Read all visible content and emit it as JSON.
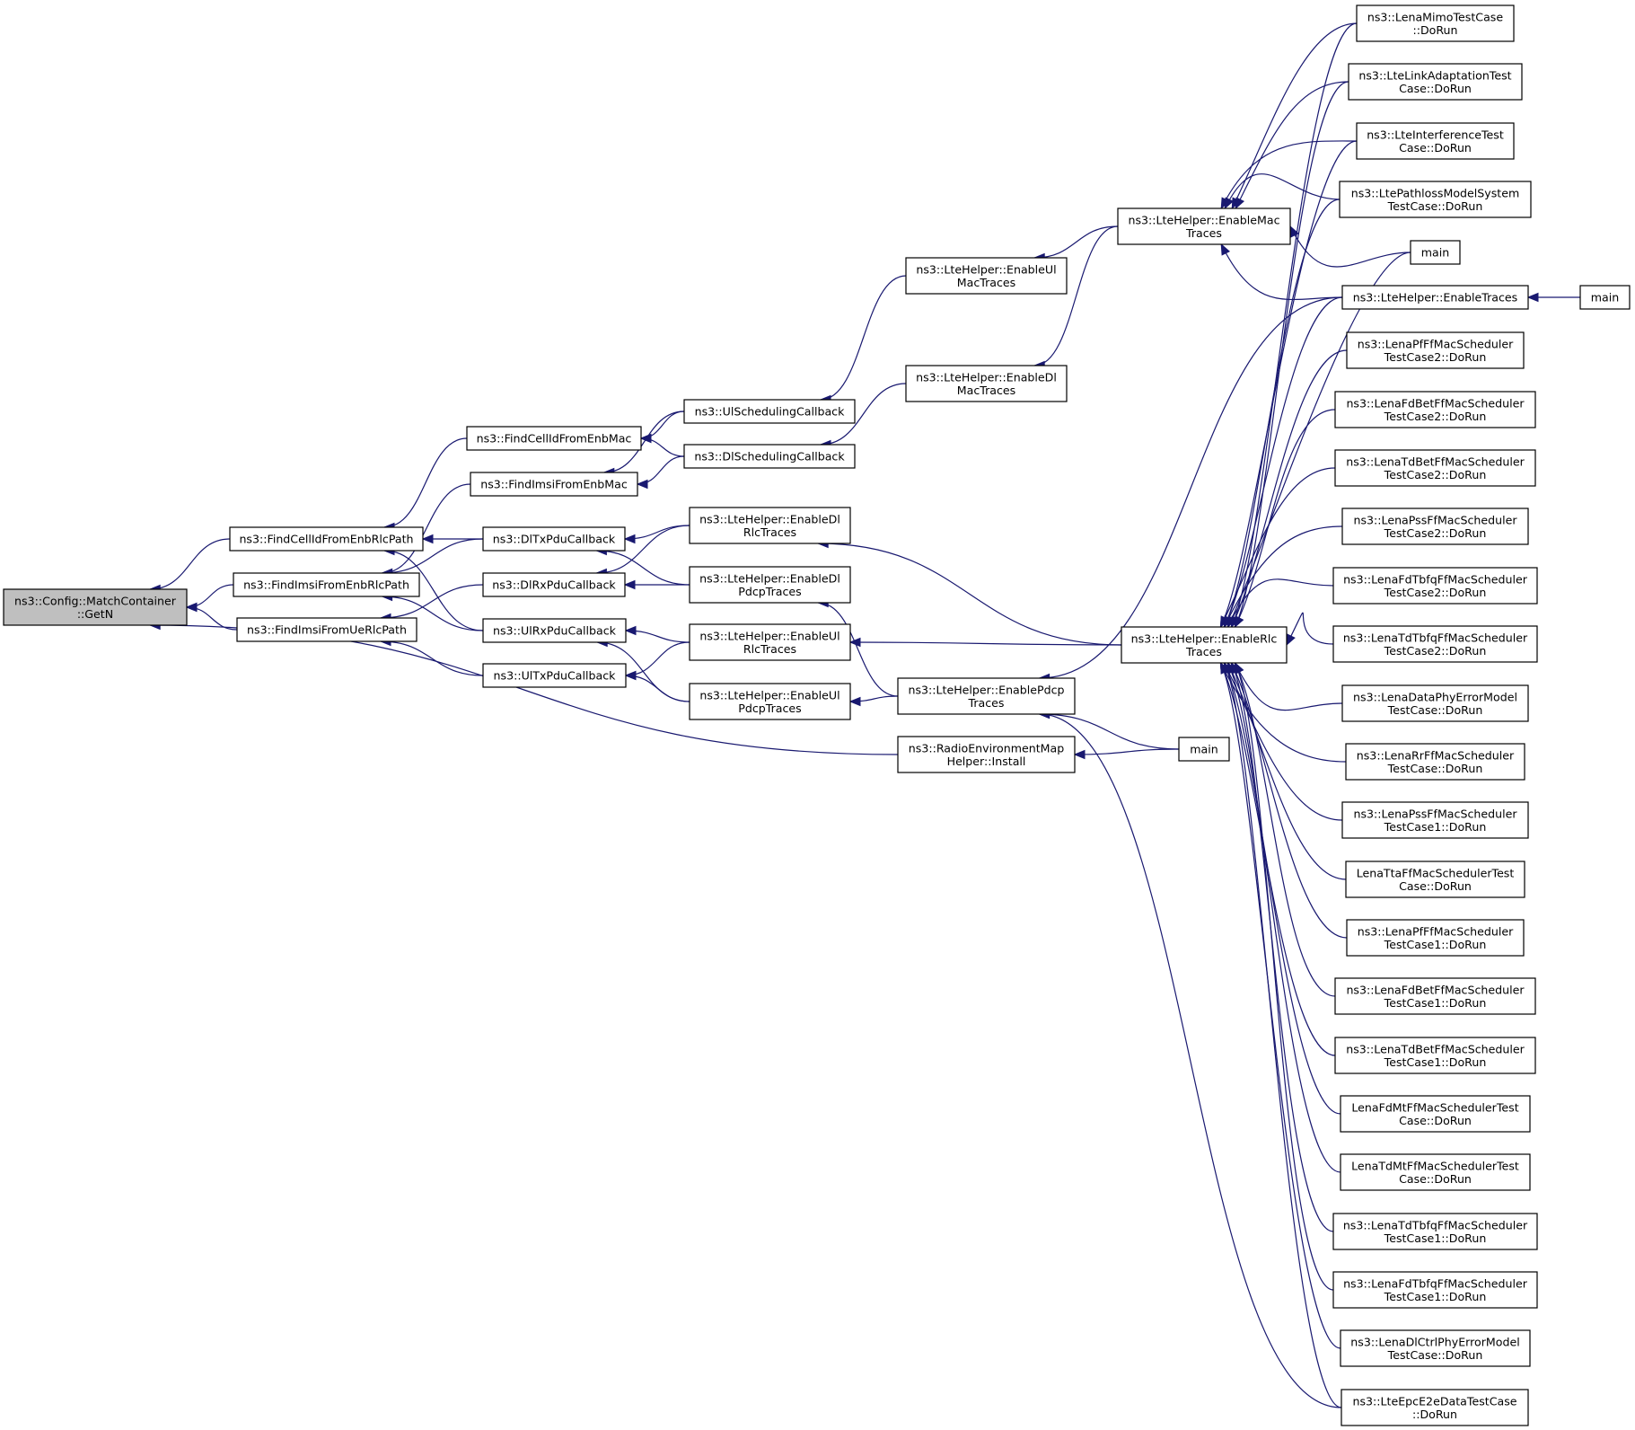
{
  "title": "Caller graph of ns3::Config::MatchContainer::GetN",
  "colors": {
    "edge": "#191970",
    "root_fill": "#bfbfbf",
    "node_fill": "#ffffff",
    "node_stroke": "#000000"
  },
  "nodes": [
    {
      "id": "getn",
      "lines": [
        "ns3::Config::MatchContainer",
        "::GetN"
      ],
      "root": true
    },
    {
      "id": "findCellIdRlc",
      "lines": [
        "ns3::FindCellIdFromEnbRlcPath"
      ]
    },
    {
      "id": "findImsiEnbRlc",
      "lines": [
        "ns3::FindImsiFromEnbRlcPath"
      ]
    },
    {
      "id": "findImsiUeRlc",
      "lines": [
        "ns3::FindImsiFromUeRlcPath"
      ]
    },
    {
      "id": "findCellIdMac",
      "lines": [
        "ns3::FindCellIdFromEnbMac"
      ]
    },
    {
      "id": "findImsiMac",
      "lines": [
        "ns3::FindImsiFromEnbMac"
      ]
    },
    {
      "id": "dlTx",
      "lines": [
        "ns3::DlTxPduCallback"
      ]
    },
    {
      "id": "dlRx",
      "lines": [
        "ns3::DlRxPduCallback"
      ]
    },
    {
      "id": "ulRx",
      "lines": [
        "ns3::UlRxPduCallback"
      ]
    },
    {
      "id": "ulTx",
      "lines": [
        "ns3::UlTxPduCallback"
      ]
    },
    {
      "id": "ulSched",
      "lines": [
        "ns3::UlSchedulingCallback"
      ]
    },
    {
      "id": "dlSched",
      "lines": [
        "ns3::DlSchedulingCallback"
      ]
    },
    {
      "id": "enDlRlc",
      "lines": [
        "ns3::LteHelper::EnableDl",
        "RlcTraces"
      ]
    },
    {
      "id": "enDlPdcp",
      "lines": [
        "ns3::LteHelper::EnableDl",
        "PdcpTraces"
      ]
    },
    {
      "id": "enUlRlc",
      "lines": [
        "ns3::LteHelper::EnableUl",
        "RlcTraces"
      ]
    },
    {
      "id": "enUlPdcp",
      "lines": [
        "ns3::LteHelper::EnableUl",
        "PdcpTraces"
      ]
    },
    {
      "id": "enUlMac",
      "lines": [
        "ns3::LteHelper::EnableUl",
        "MacTraces"
      ]
    },
    {
      "id": "enDlMac",
      "lines": [
        "ns3::LteHelper::EnableDl",
        "MacTraces"
      ]
    },
    {
      "id": "enPdcp",
      "lines": [
        "ns3::LteHelper::EnablePdcp",
        "Traces"
      ]
    },
    {
      "id": "remInstall",
      "lines": [
        "ns3::RadioEnvironmentMap",
        "Helper::Install"
      ]
    },
    {
      "id": "enMac",
      "lines": [
        "ns3::LteHelper::EnableMac",
        "Traces"
      ]
    },
    {
      "id": "enRlc",
      "lines": [
        "ns3::LteHelper::EnableRlc",
        "Traces"
      ]
    },
    {
      "id": "main3",
      "lines": [
        "main"
      ]
    },
    {
      "id": "mimo",
      "lines": [
        "ns3::LenaMimoTestCase",
        "::DoRun"
      ]
    },
    {
      "id": "linkAdapt",
      "lines": [
        "ns3::LteLinkAdaptationTest",
        "Case::DoRun"
      ]
    },
    {
      "id": "interf",
      "lines": [
        "ns3::LteInterferenceTest",
        "Case::DoRun"
      ]
    },
    {
      "id": "pathloss",
      "lines": [
        "ns3::LtePathlossModelSystem",
        "TestCase::DoRun"
      ]
    },
    {
      "id": "main1",
      "lines": [
        "main"
      ]
    },
    {
      "id": "enTraces",
      "lines": [
        "ns3::LteHelper::EnableTraces"
      ]
    },
    {
      "id": "main2",
      "lines": [
        "main"
      ]
    },
    {
      "id": "pfTC2",
      "lines": [
        "ns3::LenaPfFfMacScheduler",
        "TestCase2::DoRun"
      ]
    },
    {
      "id": "fdBetTC2",
      "lines": [
        "ns3::LenaFdBetFfMacScheduler",
        "TestCase2::DoRun"
      ]
    },
    {
      "id": "tdBetTC2",
      "lines": [
        "ns3::LenaTdBetFfMacScheduler",
        "TestCase2::DoRun"
      ]
    },
    {
      "id": "pssTC2",
      "lines": [
        "ns3::LenaPssFfMacScheduler",
        "TestCase2::DoRun"
      ]
    },
    {
      "id": "fdTbfqTC2",
      "lines": [
        "ns3::LenaFdTbfqFfMacScheduler",
        "TestCase2::DoRun"
      ]
    },
    {
      "id": "tdTbfqTC2",
      "lines": [
        "ns3::LenaTdTbfqFfMacScheduler",
        "TestCase2::DoRun"
      ]
    },
    {
      "id": "dataPhy",
      "lines": [
        "ns3::LenaDataPhyErrorModel",
        "TestCase::DoRun"
      ]
    },
    {
      "id": "rr",
      "lines": [
        "ns3::LenaRrFfMacScheduler",
        "TestCase::DoRun"
      ]
    },
    {
      "id": "pssTC1",
      "lines": [
        "ns3::LenaPssFfMacScheduler",
        "TestCase1::DoRun"
      ]
    },
    {
      "id": "tta",
      "lines": [
        "LenaTtaFfMacSchedulerTest",
        "Case::DoRun"
      ]
    },
    {
      "id": "pfTC1",
      "lines": [
        "ns3::LenaPfFfMacScheduler",
        "TestCase1::DoRun"
      ]
    },
    {
      "id": "fdBetTC1",
      "lines": [
        "ns3::LenaFdBetFfMacScheduler",
        "TestCase1::DoRun"
      ]
    },
    {
      "id": "tdBetTC1",
      "lines": [
        "ns3::LenaTdBetFfMacScheduler",
        "TestCase1::DoRun"
      ]
    },
    {
      "id": "fdMt",
      "lines": [
        "LenaFdMtFfMacSchedulerTest",
        "Case::DoRun"
      ]
    },
    {
      "id": "tdMt",
      "lines": [
        "LenaTdMtFfMacSchedulerTest",
        "Case::DoRun"
      ]
    },
    {
      "id": "tdTbfqTC1",
      "lines": [
        "ns3::LenaTdTbfqFfMacScheduler",
        "TestCase1::DoRun"
      ]
    },
    {
      "id": "fdTbfqTC1",
      "lines": [
        "ns3::LenaFdTbfqFfMacScheduler",
        "TestCase1::DoRun"
      ]
    },
    {
      "id": "dlCtrl",
      "lines": [
        "ns3::LenaDlCtrlPhyErrorModel",
        "TestCase::DoRun"
      ]
    },
    {
      "id": "e2e",
      "lines": [
        "ns3::LteEpcE2eDataTestCase",
        "::DoRun"
      ]
    }
  ],
  "edges": [
    [
      "findCellIdRlc",
      "getn"
    ],
    [
      "findImsiEnbRlc",
      "getn"
    ],
    [
      "findImsiUeRlc",
      "getn"
    ],
    [
      "remInstall",
      "getn"
    ],
    [
      "findCellIdMac",
      "findCellIdRlc"
    ],
    [
      "dlTx",
      "findCellIdRlc"
    ],
    [
      "ulRx",
      "findCellIdRlc"
    ],
    [
      "findImsiMac",
      "findImsiEnbRlc"
    ],
    [
      "dlTx",
      "findImsiEnbRlc"
    ],
    [
      "ulRx",
      "findImsiEnbRlc"
    ],
    [
      "dlRx",
      "findImsiUeRlc"
    ],
    [
      "ulTx",
      "findImsiUeRlc"
    ],
    [
      "ulSched",
      "findCellIdMac"
    ],
    [
      "dlSched",
      "findCellIdMac"
    ],
    [
      "ulSched",
      "findImsiMac"
    ],
    [
      "dlSched",
      "findImsiMac"
    ],
    [
      "enDlRlc",
      "dlTx"
    ],
    [
      "enDlPdcp",
      "dlTx"
    ],
    [
      "enDlRlc",
      "dlRx"
    ],
    [
      "enDlPdcp",
      "dlRx"
    ],
    [
      "enUlRlc",
      "ulRx"
    ],
    [
      "enUlPdcp",
      "ulRx"
    ],
    [
      "enUlRlc",
      "ulTx"
    ],
    [
      "enUlPdcp",
      "ulTx"
    ],
    [
      "enUlMac",
      "ulSched"
    ],
    [
      "enDlMac",
      "dlSched"
    ],
    [
      "enMac",
      "enUlMac"
    ],
    [
      "enMac",
      "enDlMac"
    ],
    [
      "enRlc",
      "enDlRlc"
    ],
    [
      "enRlc",
      "enUlRlc"
    ],
    [
      "enPdcp",
      "enDlPdcp"
    ],
    [
      "enPdcp",
      "enUlPdcp"
    ],
    [
      "main3",
      "enPdcp"
    ],
    [
      "main3",
      "remInstall"
    ],
    [
      "enTraces",
      "enPdcp"
    ],
    [
      "enTraces",
      "enMac"
    ],
    [
      "enTraces",
      "enRlc"
    ],
    [
      "main2",
      "enTraces"
    ],
    [
      "mimo",
      "enMac"
    ],
    [
      "linkAdapt",
      "enMac"
    ],
    [
      "interf",
      "enMac"
    ],
    [
      "pathloss",
      "enMac"
    ],
    [
      "main1",
      "enMac"
    ],
    [
      "mimo",
      "enRlc"
    ],
    [
      "linkAdapt",
      "enRlc"
    ],
    [
      "interf",
      "enRlc"
    ],
    [
      "pathloss",
      "enRlc"
    ],
    [
      "main1",
      "enRlc"
    ],
    [
      "pfTC2",
      "enRlc"
    ],
    [
      "fdBetTC2",
      "enRlc"
    ],
    [
      "tdBetTC2",
      "enRlc"
    ],
    [
      "pssTC2",
      "enRlc"
    ],
    [
      "fdTbfqTC2",
      "enRlc"
    ],
    [
      "tdTbfqTC2",
      "enRlc"
    ],
    [
      "dataPhy",
      "enRlc"
    ],
    [
      "rr",
      "enRlc"
    ],
    [
      "pssTC1",
      "enRlc"
    ],
    [
      "tta",
      "enRlc"
    ],
    [
      "pfTC1",
      "enRlc"
    ],
    [
      "fdBetTC1",
      "enRlc"
    ],
    [
      "tdBetTC1",
      "enRlc"
    ],
    [
      "fdMt",
      "enRlc"
    ],
    [
      "tdMt",
      "enRlc"
    ],
    [
      "tdTbfqTC1",
      "enRlc"
    ],
    [
      "fdTbfqTC1",
      "enRlc"
    ],
    [
      "dlCtrl",
      "enRlc"
    ],
    [
      "e2e",
      "enRlc"
    ],
    [
      "e2e",
      "enPdcp"
    ]
  ]
}
